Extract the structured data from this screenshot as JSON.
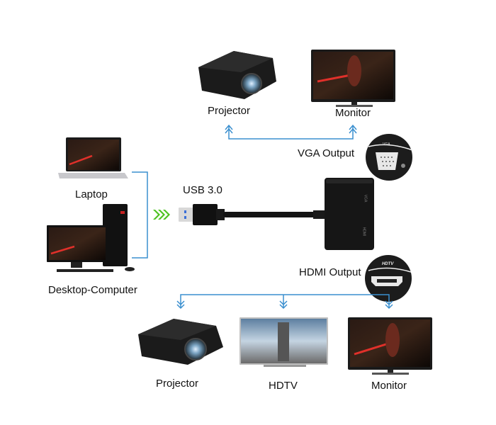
{
  "title": "USB 3.0 to VGA + HDMI adapter connection diagram",
  "source_devices": [
    {
      "id": "laptop",
      "label": "Laptop"
    },
    {
      "id": "desktop",
      "label": "Desktop-Computer"
    }
  ],
  "connector": {
    "label": "USB 3.0",
    "arrow_color": "#4cc21e"
  },
  "adapter": {
    "port_top": "VGA",
    "port_bottom": "HDMI"
  },
  "vga_output": {
    "label": "VGA Output",
    "port_badge": "VGA",
    "devices": [
      {
        "id": "projector",
        "label": "Projector"
      },
      {
        "id": "monitor",
        "label": "Monitor"
      }
    ]
  },
  "hdmi_output": {
    "label": "HDMI Output",
    "port_badge": "HDTV",
    "devices": [
      {
        "id": "projector",
        "label": "Projector"
      },
      {
        "id": "hdtv",
        "label": "HDTV"
      },
      {
        "id": "monitor",
        "label": "Monitor"
      }
    ]
  },
  "colors": {
    "line": "#3a8fcf",
    "device_dark": "#151515"
  }
}
